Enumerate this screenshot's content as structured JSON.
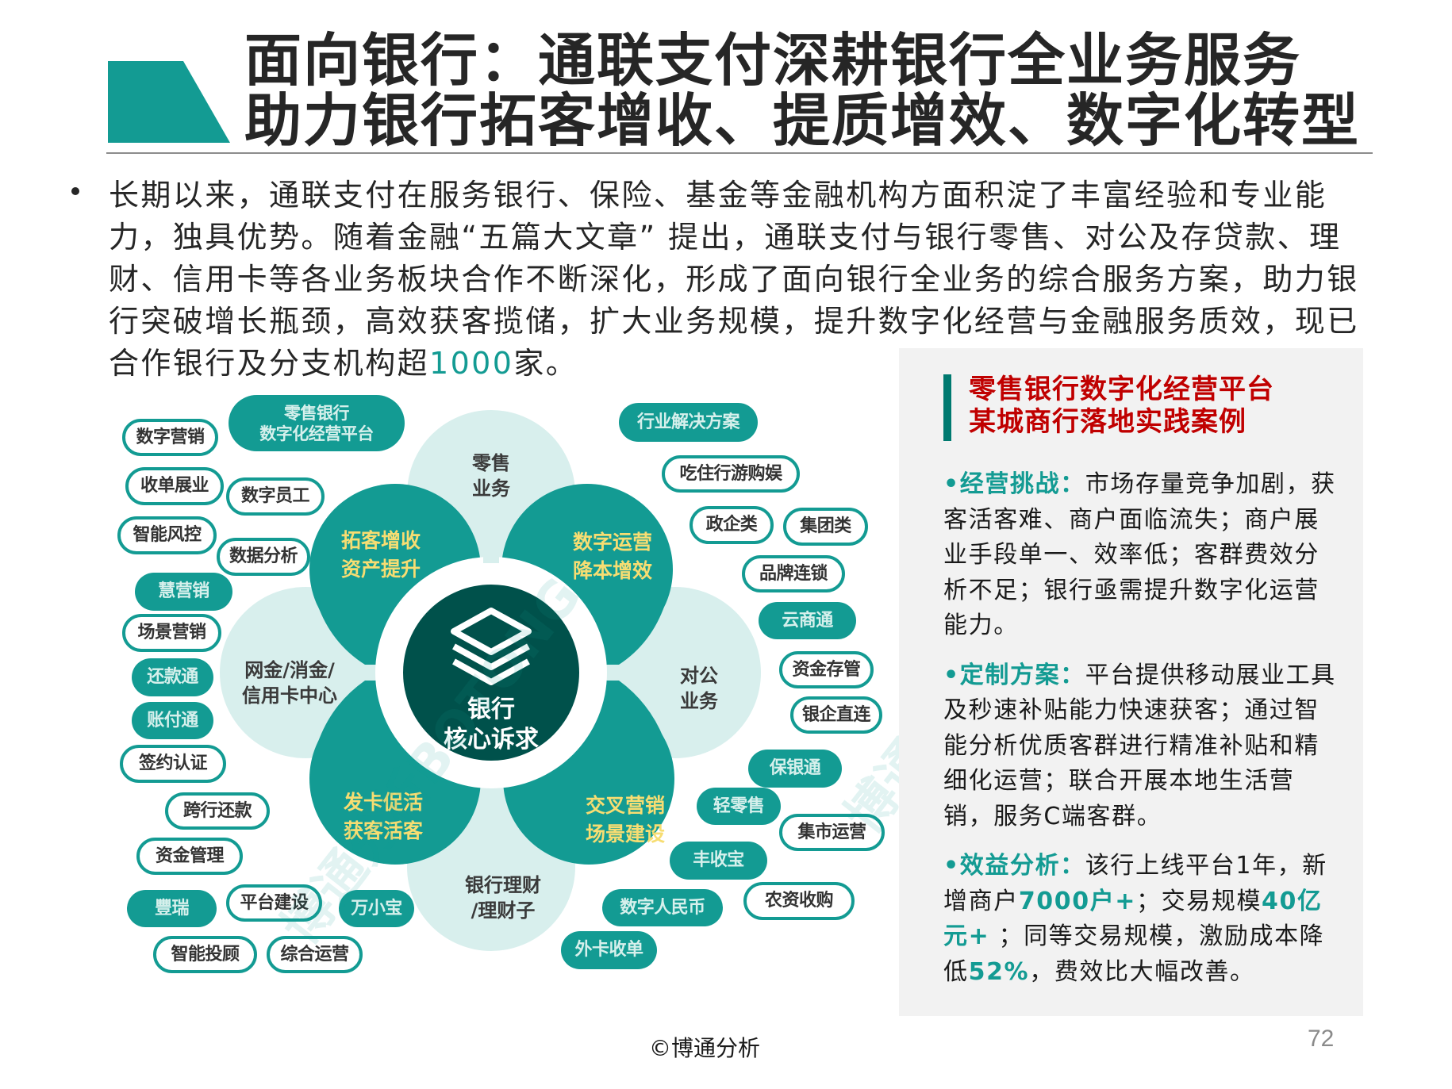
{
  "header": {
    "title_line1": "面向银行：通联支付深耕银行全业务服务",
    "title_line2": "助力银行拓客增收、提质增效、数字化转型",
    "accent_color": "#139b93"
  },
  "intro": {
    "text_before": "长期以来，通联支付在服务银行、保险、基金等金融机构方面积淀了丰富经验和专业能力，独具优势。随着金融“五篇大文章” 提出，通联支付与银行零售、对公及存贷款、理财、信用卡等各业务板块合作不断深化，形成了面向银行全业务的综合服务方案，助力银行突破增长瓶颈，高效获客揽储，扩大业务规模，提升数字化经营与金融服务质效，现已合作银行及分支机构超",
    "highlight": "1000",
    "text_after": "家。"
  },
  "diagram": {
    "core": {
      "icon": "layers-stack-icon",
      "line1": "银行",
      "line2": "核心诉求"
    },
    "circles": {
      "top": {
        "line1": "零售",
        "line2": "业务"
      },
      "left": {
        "line1": "网金/消金/",
        "line2": "信用卡中心"
      },
      "right": {
        "line1": "对公",
        "line2": "业务"
      },
      "bottom": {
        "line1": "银行理财",
        "line2": "/理财子"
      }
    },
    "petals": {
      "upper_left": {
        "line1": "拓客增收",
        "line2": "资产提升"
      },
      "upper_right": {
        "line1": "数字运营",
        "line2": "降本增效"
      },
      "lower_left": {
        "line1": "发卡促活",
        "line2": "获客活客"
      },
      "lower_right": {
        "line1": "交叉营销",
        "line2": "场景建设"
      }
    },
    "pills": [
      {
        "label": "零售银行\n数字化经营平台",
        "style": "filled"
      },
      {
        "label": "数字营销",
        "style": "outline"
      },
      {
        "label": "收单展业",
        "style": "outline"
      },
      {
        "label": "数字员工",
        "style": "outline"
      },
      {
        "label": "智能风控",
        "style": "outline"
      },
      {
        "label": "数据分析",
        "style": "outline"
      },
      {
        "label": "慧营销",
        "style": "filled"
      },
      {
        "label": "场景营销",
        "style": "outline"
      },
      {
        "label": "还款通",
        "style": "filled"
      },
      {
        "label": "账付通",
        "style": "filled"
      },
      {
        "label": "签约认证",
        "style": "outline"
      },
      {
        "label": "跨行还款",
        "style": "outline"
      },
      {
        "label": "资金管理",
        "style": "outline"
      },
      {
        "label": "豐瑞",
        "style": "filled"
      },
      {
        "label": "平台建设",
        "style": "outline"
      },
      {
        "label": "万小宝",
        "style": "filled"
      },
      {
        "label": "智能投顾",
        "style": "outline"
      },
      {
        "label": "综合运营",
        "style": "outline"
      },
      {
        "label": "行业解决方案",
        "style": "filled"
      },
      {
        "label": "吃住行游购娱",
        "style": "outline"
      },
      {
        "label": "政企类",
        "style": "outline"
      },
      {
        "label": "集团类",
        "style": "outline"
      },
      {
        "label": "品牌连锁",
        "style": "outline"
      },
      {
        "label": "云商通",
        "style": "filled"
      },
      {
        "label": "资金存管",
        "style": "outline"
      },
      {
        "label": "银企直连",
        "style": "outline"
      },
      {
        "label": "保银通",
        "style": "filled"
      },
      {
        "label": "轻零售",
        "style": "filled"
      },
      {
        "label": "集市运营",
        "style": "outline"
      },
      {
        "label": "丰收宝",
        "style": "filled"
      },
      {
        "label": "农资收购",
        "style": "outline"
      },
      {
        "label": "数字人民币",
        "style": "filled"
      },
      {
        "label": "外卡收单",
        "style": "filled"
      }
    ],
    "colors": {
      "teal": "#139b93",
      "light": "#d8efed",
      "core": "#00514b",
      "petal_text": "#f7dd72"
    }
  },
  "panel": {
    "title_line1": "零售银行数字化经营平台",
    "title_line2": "某城商行落地实践案例",
    "sections": [
      {
        "lead": "•经营挑战：",
        "text": "市场存量竞争加剧，获客活客难、商户面临流失；商户展业手段单一、效率低；客群费效分析不足；银行亟需提升数字化运营能力。"
      },
      {
        "lead": "•定制方案：",
        "text": "平台提供移动展业工具及秒速补贴能力快速获客；通过智能分析优质客群进行精准补贴和精细化运营；联合开展本地生活营销，服务C端客群。"
      },
      {
        "lead": "•效益分析：",
        "text_1": "该行上线平台1年，新增商户",
        "num_1": "7000户+",
        "text_2": "；交易规模",
        "num_2": "40亿元+",
        "text_3": " ；同等交易规模，激励成本降低",
        "num_3": "52%",
        "text_4": "，费效比大幅改善。"
      }
    ],
    "title_color": "#c00000",
    "background": "#f2f2f2"
  },
  "footer": {
    "copyright": "©博通分析",
    "page_number": "72"
  },
  "watermark": {
    "text_1": "博通分析BOTONG",
    "text_2": "博通分析BOTONG"
  }
}
